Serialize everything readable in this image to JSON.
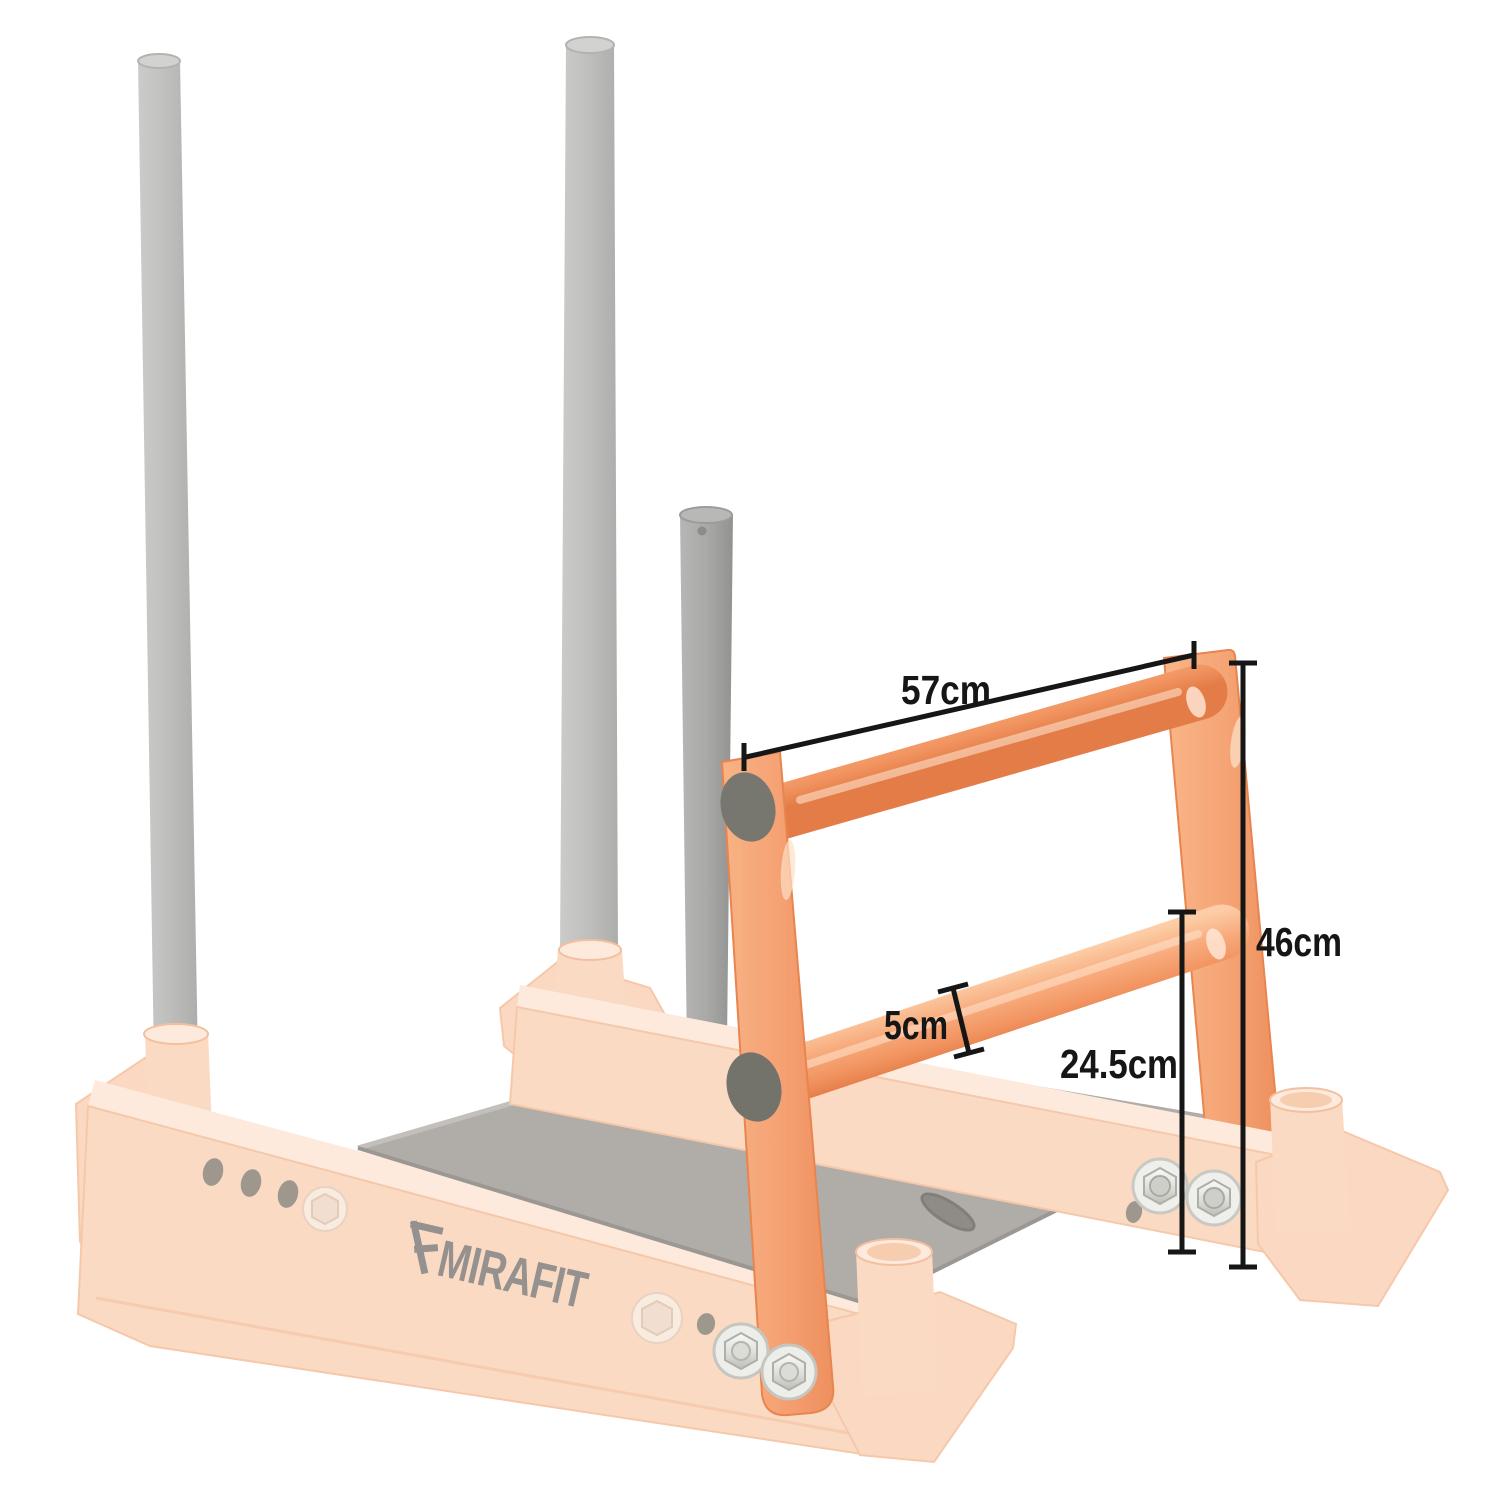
{
  "image": {
    "kind": "product-dimension-diagram",
    "subject": "sled harness handle attachment on ghosted weight sled",
    "background": "#ffffff"
  },
  "brand": {
    "name": "MIRAFIT"
  },
  "annotations": {
    "top_bar_length": "57cm",
    "overall_height": "46cm",
    "bar_diameter": "5cm",
    "lower_bar_height": "24.5cm"
  },
  "colors": {
    "annotation": "#161616",
    "accent_orange": "#f5a173",
    "accent_orange_highlight": "#fccda6",
    "accent_orange_shadow": "#e47c47",
    "faded_orange": "#fbdac4",
    "faded_orange_light": "#fdeadd",
    "faded_orange_edge": "#f6c8aa",
    "steel_grey_pole": "#c0c0be",
    "centre_post_grey": "#ababa9",
    "platform_grey": "#b0aca7",
    "end_cap_grey": "#77766f",
    "chrome": "#ededE9",
    "logo_grey": "#94918e"
  },
  "icons": [
    {
      "name": "brand-mark-icon",
      "meaning": "Mirafit angular arrow logo mark"
    }
  ]
}
